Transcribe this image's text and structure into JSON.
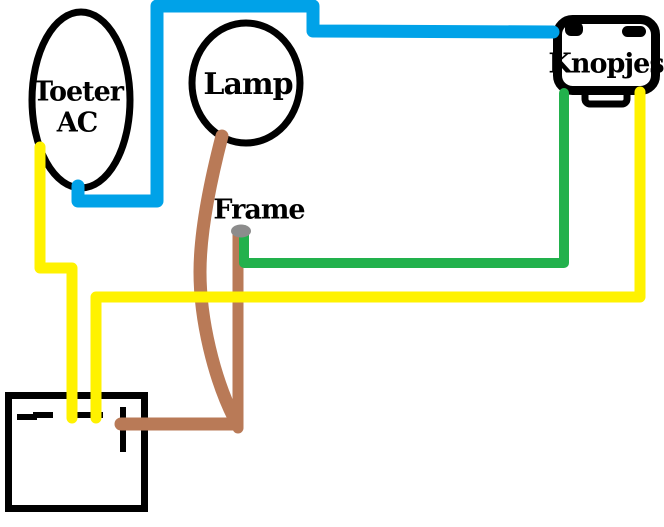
{
  "colors": {
    "background": "#FFFFFF",
    "outline": "#000000",
    "wire_blue": "#00A2E8",
    "wire_yellow": "#FFF200",
    "wire_green": "#22B14C",
    "wire_brown": "#B97A57",
    "terminal_gray": "#8C8C8C",
    "component_fill": "#FFFFFF"
  },
  "components": {
    "horn": {
      "line1": "Toeter",
      "line2": "AC"
    },
    "lamp": {
      "label": "Lamp"
    },
    "buttons": {
      "label": "Knopjes"
    },
    "frame": {
      "label": "Frame"
    }
  },
  "connections": [
    {
      "wire": "blue",
      "from": "Toeter AC",
      "to": "Knopjes"
    },
    {
      "wire": "yellow",
      "from": "Toeter AC",
      "to": "battery box"
    },
    {
      "wire": "yellow",
      "from": "Knopjes",
      "to": "battery box"
    },
    {
      "wire": "green",
      "from": "Knopjes",
      "to": "Frame terminal"
    },
    {
      "wire": "brown",
      "from": "Lamp",
      "to": "battery box"
    },
    {
      "wire": "brown",
      "from": "Frame terminal",
      "to": "battery box"
    }
  ]
}
